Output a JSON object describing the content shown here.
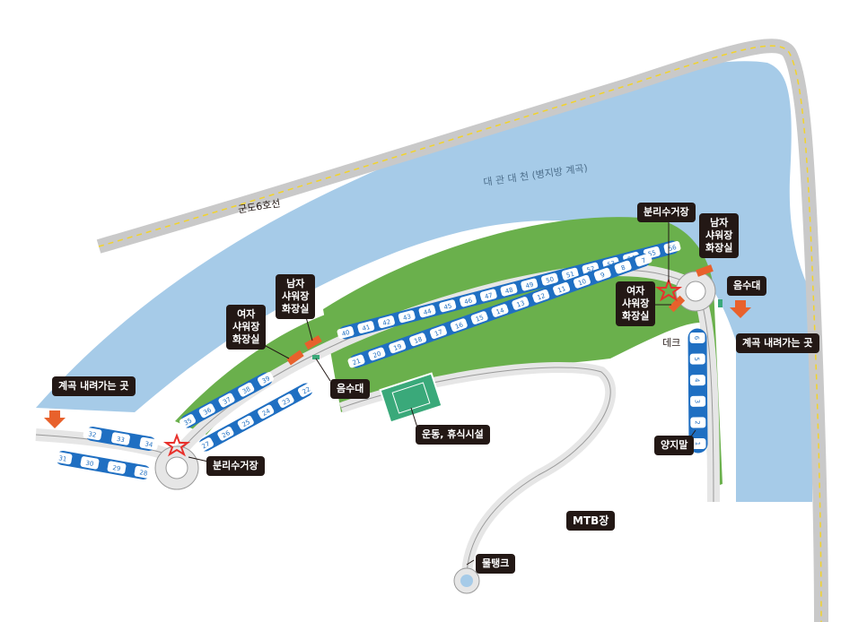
{
  "labels": {
    "road_name": "군도6호선",
    "river_name": "대 관 대 천 (병지방 계곡)",
    "separate_collection_left": "분리수거장",
    "separate_collection_right": "분리수거장",
    "women_shower_left": "여자\n샤워장\n화장실",
    "men_shower_left": "남자\n샤워장\n화장실",
    "women_shower_right": "여자\n샤워장\n화장실",
    "men_shower_right": "남자\n샤워장\n화장실",
    "water_fountain_left": "음수대",
    "water_fountain_right": "음수대",
    "valley_access_left": "계곡 내려가는 곳",
    "valley_access_right": "계곡 내려가는 곳",
    "sports_rest": "운동, 휴식시설",
    "deck": "데크",
    "sunny_area": "양지말",
    "mtb": "MTB장",
    "water_tank": "물탱크"
  },
  "colors": {
    "water": "#a6cbe8",
    "grass": "#6ab04c",
    "site": "#1f6fc2",
    "road": "#c9c9c9",
    "label_bg": "#231815",
    "marker_orange": "#e8612c",
    "star": "#e8312c"
  },
  "sites": {
    "outer_row": [
      "40",
      "41",
      "42",
      "43",
      "44",
      "45",
      "46",
      "47",
      "48",
      "49",
      "50",
      "51",
      "52",
      "53",
      "54",
      "55",
      "56"
    ],
    "inner_row": [
      "21",
      "20",
      "19",
      "18",
      "17",
      "16",
      "15",
      "14",
      "13",
      "12",
      "11",
      "10",
      "9",
      "8",
      "7"
    ],
    "left_upper": [
      "35",
      "36",
      "37",
      "38",
      "39"
    ],
    "left_lower": [
      "27",
      "26",
      "25",
      "24",
      "23",
      "22"
    ],
    "far_left_top": [
      "32",
      "33",
      "34"
    ],
    "far_left_bottom": [
      "31",
      "30",
      "29",
      "28"
    ],
    "right_column": [
      "6",
      "5",
      "4",
      "3",
      "2",
      "1"
    ]
  }
}
